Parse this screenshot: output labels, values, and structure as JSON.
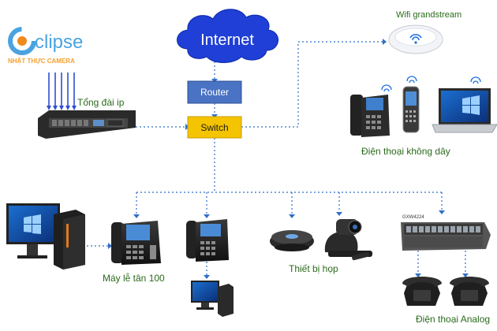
{
  "logo": {
    "name": "clipse",
    "tagline": "NHẬT THỰC CAMERA"
  },
  "labels": {
    "internet": "Internet",
    "router": "Router",
    "switch": "Switch",
    "wifi": "Wifi grandstream",
    "pbx": "Tổng đài ip",
    "wireless_phones": "Điện thoại không dây",
    "reception": "Máy lễ tân 100",
    "meeting": "Thiết bị họp",
    "analog": "Điện thoại Analog",
    "gateway_model": "GXW4224"
  },
  "colors": {
    "cloud": "#1f3fd6",
    "router": "#4a73c4",
    "switch": "#f5c400",
    "link": "#2f6fc8",
    "label": "#2a6a1a"
  }
}
